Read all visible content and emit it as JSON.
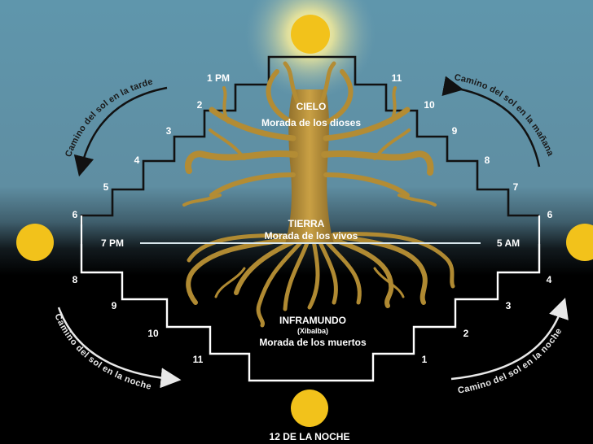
{
  "colors": {
    "sky_top": "#5e93a9",
    "sky_mid": "#5f8fa3",
    "underworld": "#000000",
    "sun": "#f2c21b",
    "tree": "#c49a3a",
    "step_line_day": "#111111",
    "step_line_night": "#ffffff"
  },
  "hours": {
    "top_left": "1 PM",
    "top_right": "11",
    "left": [
      "2",
      "3",
      "4",
      "5",
      "6"
    ],
    "right": [
      "10",
      "9",
      "8",
      "7",
      "6"
    ],
    "horizon_left": "7 PM",
    "horizon_right": "5 AM",
    "lower_left": [
      "8",
      "9",
      "10",
      "11"
    ],
    "lower_right": [
      "4",
      "3",
      "2",
      "1"
    ],
    "bottom": "12 DE LA NOCHE"
  },
  "realms": {
    "sky_title": "CIELO",
    "sky_subtitle": "Morada de los dioses",
    "earth_title": "TIERRA",
    "earth_subtitle": "Morada de los vivos",
    "under_title": "INFRAMUNDO",
    "under_name": "(Xibalba)",
    "under_subtitle": "Morada de los muertos"
  },
  "paths": {
    "afternoon": "Camino del sol en la tarde",
    "morning": "Camino del sol en la mañana",
    "night_left": "Camino del sol en la noche",
    "night_right": "Camino del sol en la noche"
  }
}
